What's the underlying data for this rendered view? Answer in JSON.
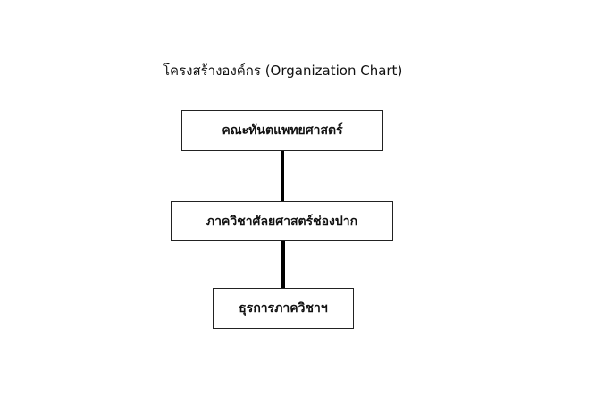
{
  "title": "โครงสร้างองค์กร (Organization Chart)",
  "nodes": [
    {
      "label": "คณะทันตแพทยศาสตร์"
    },
    {
      "label": "ภาควิชาศัลยศาสตร์ช่องปาก"
    },
    {
      "label": "ธุรการภาควิชาฯ"
    }
  ],
  "colors": {
    "border": "#222222",
    "connector": "#000000",
    "background": "#ffffff"
  }
}
